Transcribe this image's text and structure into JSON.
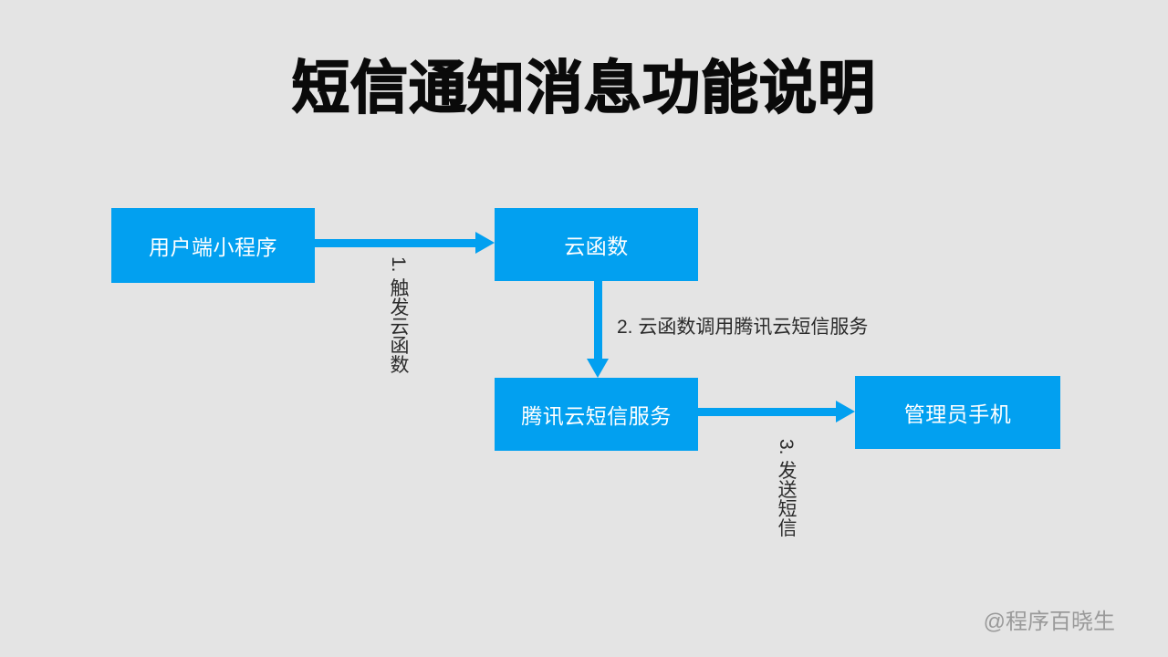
{
  "slide": {
    "title": "短信通知消息功能说明",
    "background_color": "#e4e4e4",
    "accent_color": "#02a0f0",
    "title_color": "#0a0a0a",
    "watermark": "@程序百晓生",
    "watermark_color": "#9a9a9a"
  },
  "diagram": {
    "nodes": [
      {
        "id": "client",
        "label": "用户端小程序"
      },
      {
        "id": "cloudfn",
        "label": "云函数"
      },
      {
        "id": "sms",
        "label": "腾讯云短信服务"
      },
      {
        "id": "admin",
        "label": "管理员手机"
      }
    ],
    "edges": [
      {
        "id": "e1",
        "label": "1. 触发云函数",
        "from": "client",
        "to": "cloudfn",
        "orientation": "horizontal",
        "label_orientation": "vertical"
      },
      {
        "id": "e2",
        "label": "2. 云函数调用腾讯云短信服务",
        "from": "cloudfn",
        "to": "sms",
        "orientation": "vertical",
        "label_orientation": "horizontal"
      },
      {
        "id": "e3",
        "label": "3. 发送短信",
        "from": "sms",
        "to": "admin",
        "orientation": "horizontal",
        "label_orientation": "vertical"
      }
    ]
  }
}
